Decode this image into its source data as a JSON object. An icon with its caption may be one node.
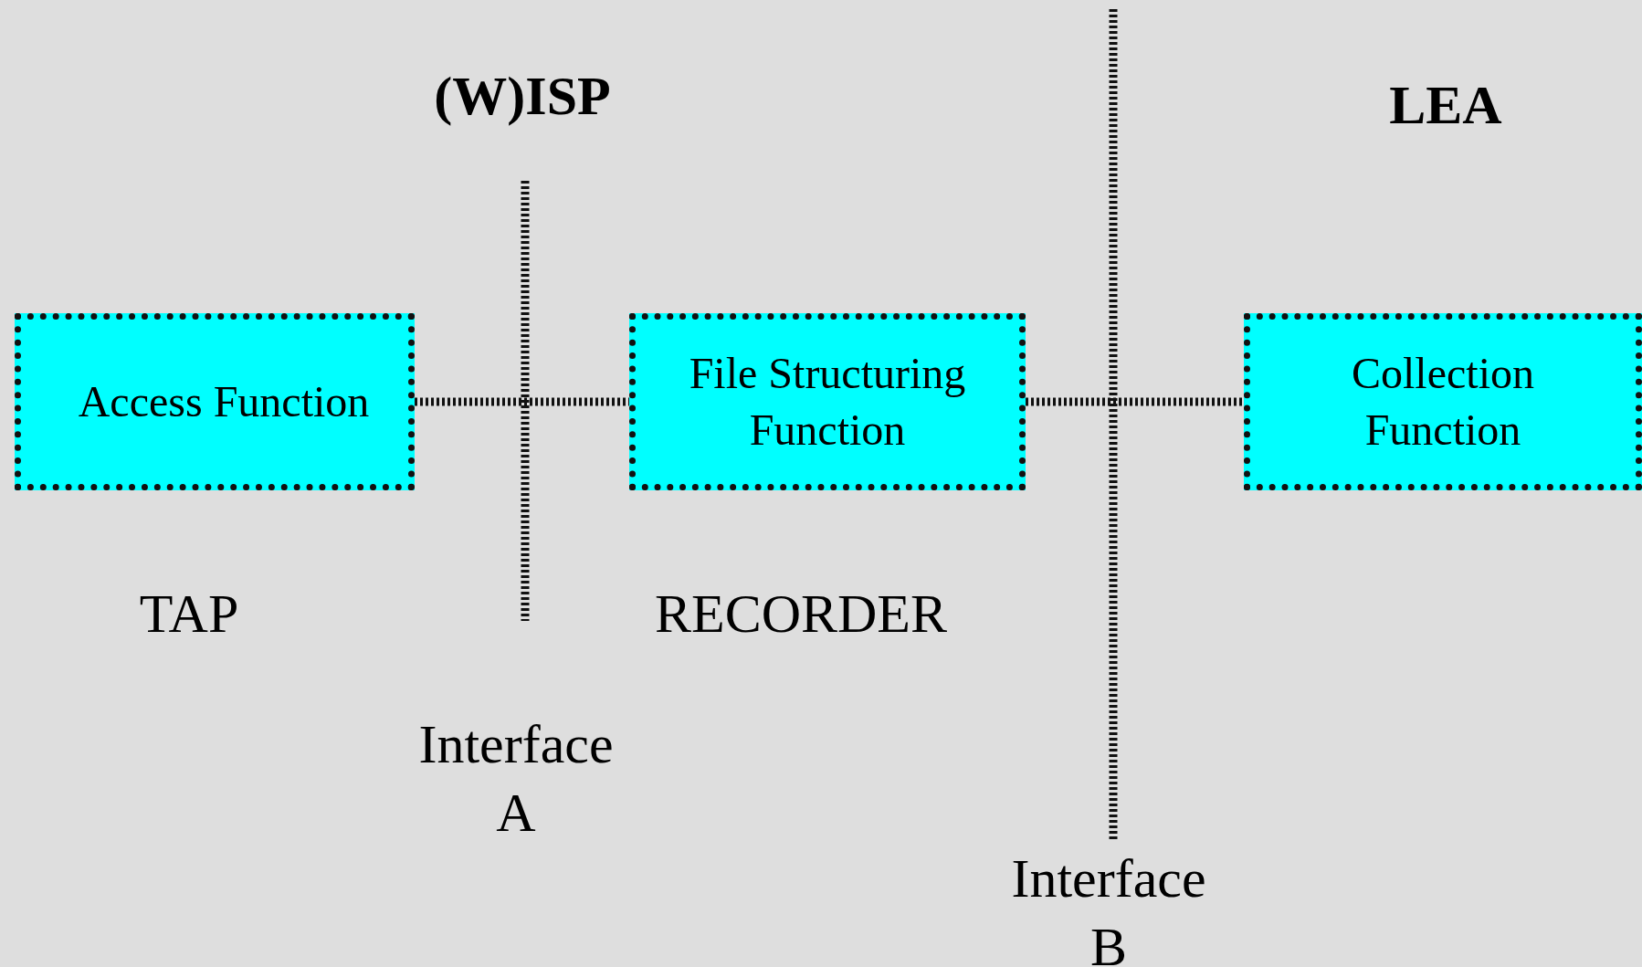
{
  "diagram": {
    "nodes": [
      {
        "text": [
          "Access Function"
        ]
      },
      {
        "text": [
          "File Structuring Function"
        ]
      },
      {
        "text": [
          "Collection Function"
        ]
      }
    ],
    "edges": [
      {
        "from": 0,
        "to": 1,
        "arrow": "none"
      },
      {
        "from": 1,
        "to": 2,
        "arrow": "none"
      }
    ],
    "labels": [
      "(W)ISP",
      "LEA",
      "TAP",
      "RECORDER",
      "Interface A",
      "Interface B"
    ]
  }
}
